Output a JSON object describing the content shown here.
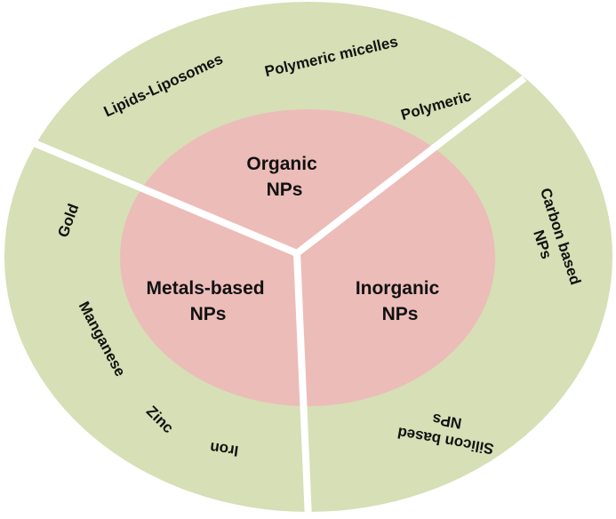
{
  "colors": {
    "outer_ring": "#d6dfb5",
    "inner_circle": "#ecbcb9",
    "divider": "#ffffff",
    "text": "#111111"
  },
  "core_labels": {
    "organic": [
      "Organic",
      "NPs"
    ],
    "metals": [
      "Metals-based",
      "NPs"
    ],
    "inorganic": [
      "Inorganic",
      "NPs"
    ]
  },
  "outer_labels": {
    "lipids": "Lipids-Liposomes",
    "micelles": "Polymeric micelles",
    "polymeric": "Polymeric",
    "carbon": [
      "Carbon based",
      "NPs"
    ],
    "silicon": [
      "Silicon based",
      "NPs"
    ],
    "gold": "Gold",
    "manganese": "Manganese",
    "zinc": "Zinc",
    "iron": "Iron"
  }
}
